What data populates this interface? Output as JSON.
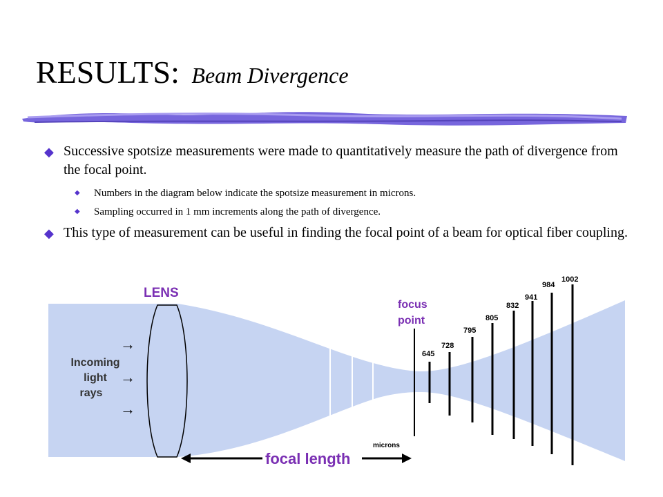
{
  "title": {
    "main": "RESULTS:",
    "sub": "Beam Divergence"
  },
  "bullets": [
    {
      "level": 1,
      "text": "Successive spotsize measurements were made to quantitatively measure the path of divergence from the focal point."
    },
    {
      "level": 2,
      "text": "Numbers in the diagram below indicate the spotsize measurement in microns."
    },
    {
      "level": 2,
      "text": "Sampling occurred in 1 mm increments along the path of divergence."
    },
    {
      "level": 1,
      "text": "This type of measurement can be useful in finding the focal point of a beam for optical fiber coupling."
    }
  ],
  "diagram": {
    "lens_label": "LENS",
    "incoming_label": [
      "Incoming",
      "light",
      "rays"
    ],
    "focus_label": [
      "focus",
      "point"
    ],
    "focal_length_label": "focal length",
    "units_label": "microns",
    "arrow_glyph": "→",
    "measurements": [
      645,
      728,
      795,
      805,
      832,
      941,
      984,
      1002
    ],
    "colors": {
      "beam": "#c6d4f2",
      "label": "#7a2fb3",
      "bullet": "#5533cc",
      "brush": "#7766dd"
    }
  }
}
